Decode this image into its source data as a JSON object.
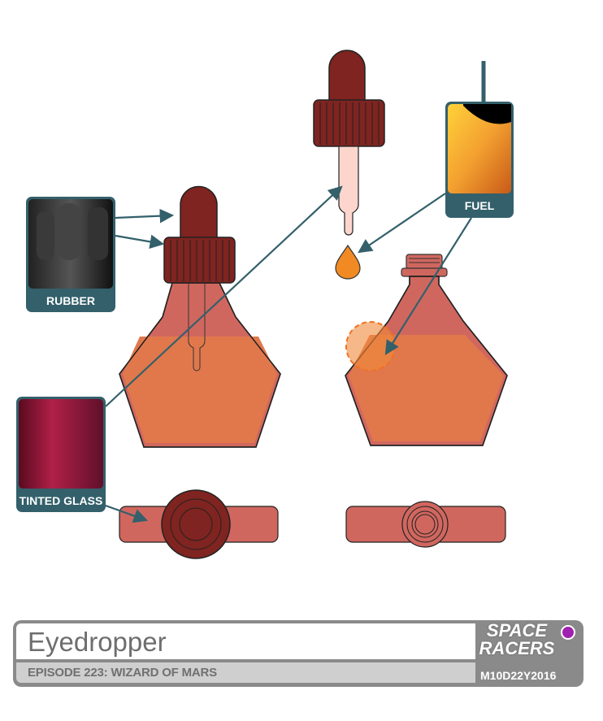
{
  "labels": {
    "rubber": "RUBBER",
    "fuel": "FUEL",
    "tinted_glass": "TINTED GLASS"
  },
  "footer": {
    "title": "Eyedropper",
    "subtitle": "EPISODE 223: WIZARD OF MARS",
    "logo_line1": "SPACE",
    "logo_line2": "RACERS",
    "date": "M10D22Y2016"
  },
  "colors": {
    "callout": "#33606b",
    "cap": "#7f2420",
    "glass": "#d0675f",
    "liquid": "#e0784c",
    "drop": "#f28a24",
    "accent_dot": "#a020b0"
  }
}
